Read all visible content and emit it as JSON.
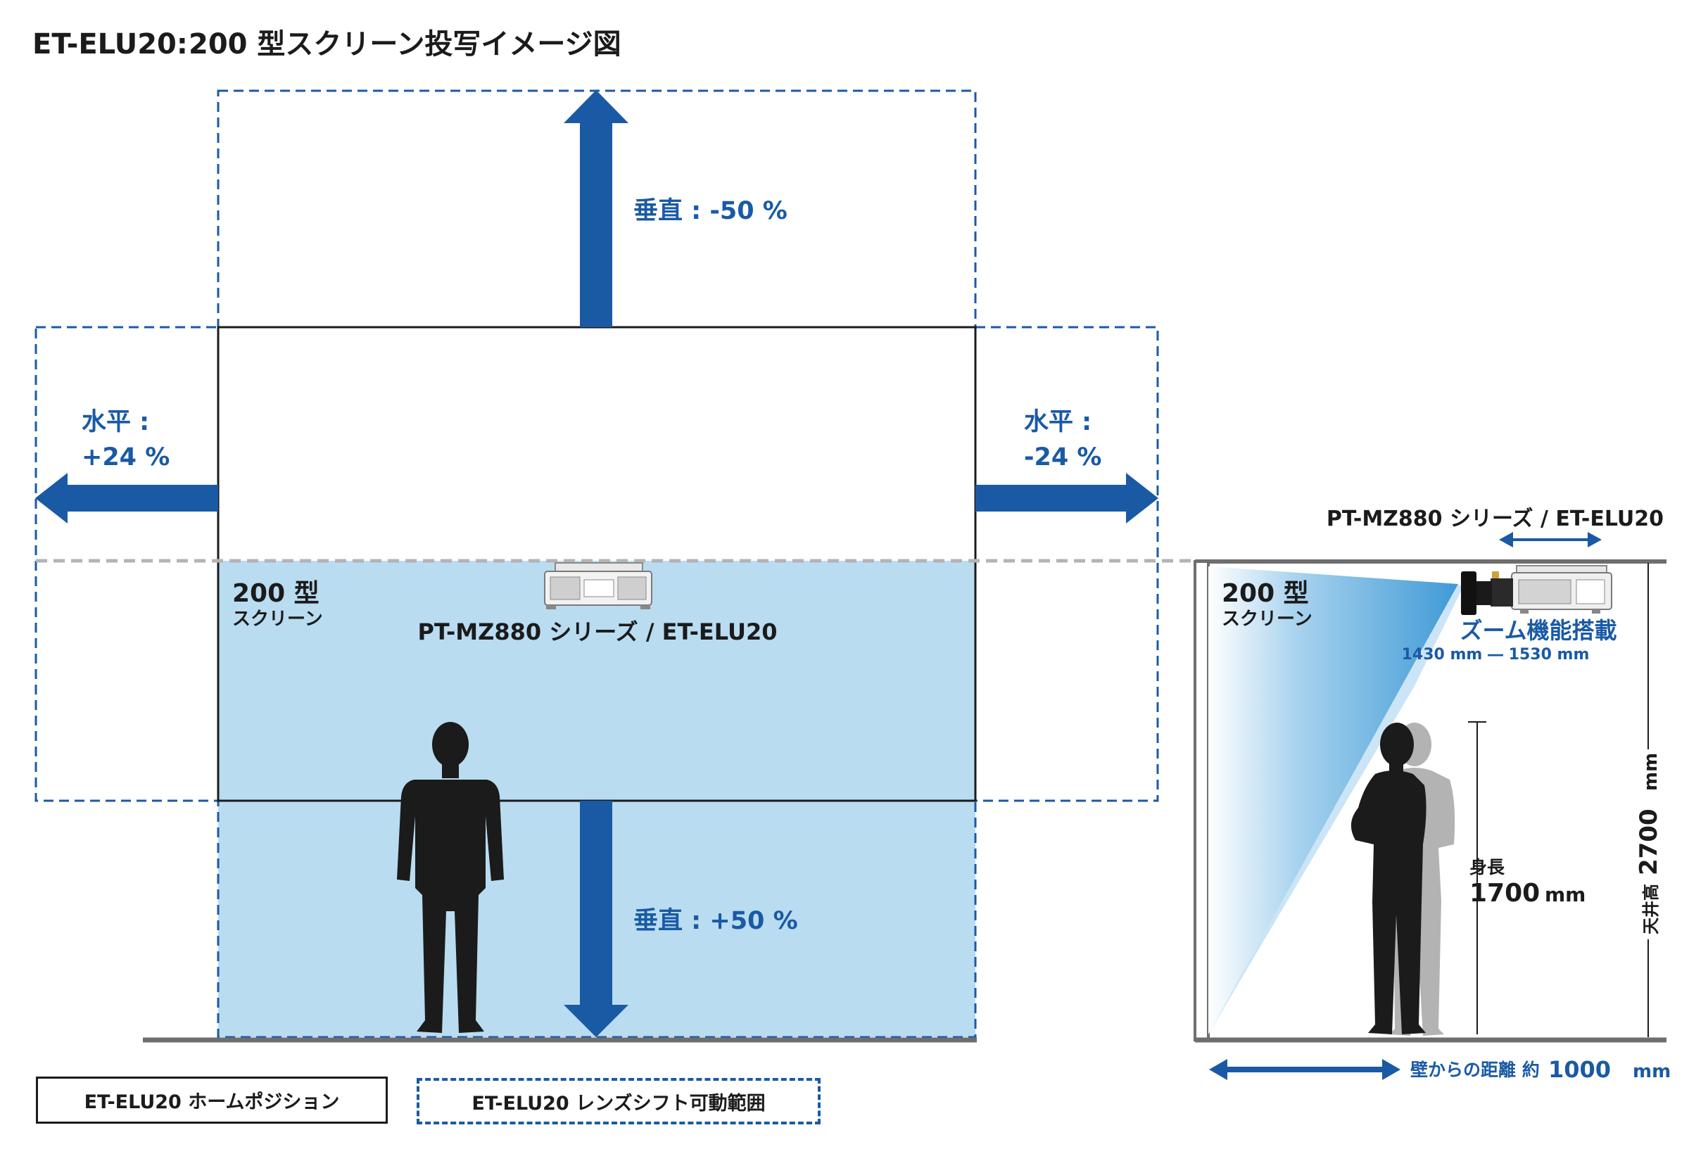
{
  "title": {
    "prefix": "ET-ELU20:",
    "main": "200 型スクリーン投写イメージ図"
  },
  "front_view": {
    "vertical_up": "垂直 : -50 %",
    "vertical_down": "垂直 : +50 %",
    "horizontal_left_line1": "水平 :",
    "horizontal_left_line2": "+24 %",
    "horizontal_right_line1": "水平 :",
    "horizontal_right_line2": "-24 %",
    "screen_line1": "200 型",
    "screen_line2": "スクリーン",
    "projector_label": "PT-MZ880 シリーズ / ET-ELU20"
  },
  "side_view": {
    "projector_label": "PT-MZ880 シリーズ / ET-ELU20",
    "screen_line1": "200 型",
    "screen_line2": "スクリーン",
    "zoom_label": "ズーム機能搭載",
    "zoom_range": "1430 mm ― 1530 mm",
    "height_label": "身長",
    "height_value": "1700",
    "height_unit": "mm",
    "ceiling_label": "天井高",
    "ceiling_value": "2700",
    "ceiling_unit": "mm",
    "distance_label": "壁からの距離 約",
    "distance_value": "1000",
    "distance_unit": "mm"
  },
  "legend": {
    "home_position": "ET-ELU20 ホームポジション",
    "shift_range": "ET-ELU20 レンズシフト可動範囲"
  },
  "colors": {
    "accent_blue": "#1a5aa5",
    "screen_fill": "#b9dcf1",
    "beam_blue": "#3f9ad6",
    "silhouette": "#1b1b1b"
  }
}
